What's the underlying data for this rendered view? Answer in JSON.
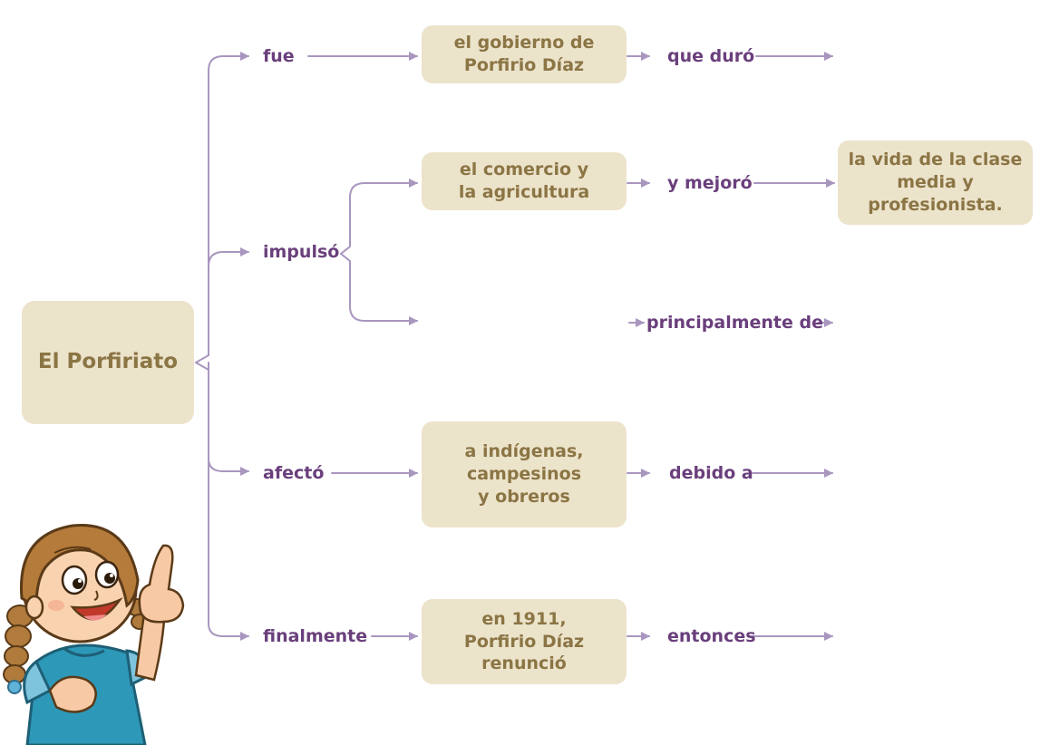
{
  "root": {
    "label": "El Porfiriato"
  },
  "branches": {
    "fue": {
      "label": "fue",
      "node": "el gobierno de\nPorfirio Díaz",
      "next_label": "que duró"
    },
    "impulso": {
      "label": "impulsó",
      "node": "el comercio y\nla agricultura",
      "next_label": "y mejoró",
      "result": "la vida de la clase\nmedia y profesionista.",
      "second_label": "principalmente de"
    },
    "afecto": {
      "label": "afectó",
      "node": "a indígenas,\ncampesinos\ny obreros",
      "next_label": "debido a"
    },
    "finalmente": {
      "label": "finalmente",
      "node": "en 1911,\nPorfirio Díaz\nrenunció",
      "next_label": "entonces"
    }
  },
  "colors": {
    "node_fill": "#ece3cb",
    "node_text": "#8b7544",
    "link_text": "#6a3f7c",
    "connector": "#a996bf"
  }
}
